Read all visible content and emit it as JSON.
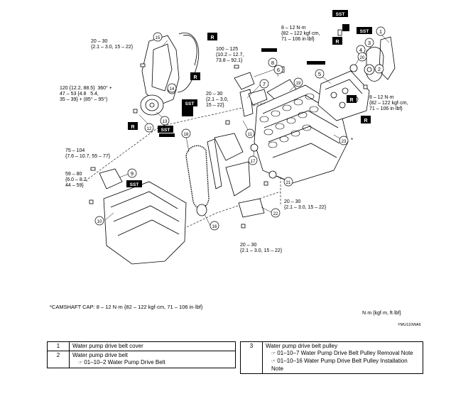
{
  "callouts": [
    "1",
    "2",
    "3",
    "4",
    "5",
    "6",
    "7",
    "8",
    "9",
    "10",
    "11",
    "12",
    "13",
    "14",
    "15",
    "16",
    "17",
    "18",
    "19",
    "20",
    "21",
    "22",
    "23"
  ],
  "badges": {
    "sst": "SST",
    "r": "R"
  },
  "torques": {
    "t_top_left": "20 – 30\n{2.1 – 3.0, 15 – 22}",
    "t_top_mid": "100 – 125\n{10.2 – 12.7,\n73.8 – 92.1}",
    "t_top_right": "8 – 12 N·m\n{82 – 122 kgf·cm,\n71 – 106 in·lbf}",
    "t_left_long": "120 {12.2, 88.5}  360° +\n47 – 53 {4.8   5.4,\n35 – 39} + (85° – 95°)",
    "t_mid": "20 – 30\n{2.1 – 3.0,\n15 – 22}",
    "t_right_mid": "8 – 12 N·m\n{82 – 122 kgf·cm,\n71 – 106 in·lbf}",
    "t_left_a": "75 – 104\n{7.6 – 10.7, 55 – 77}",
    "t_left_b": "59 – 80\n{6.0 – 8.2,\n44 – 59}",
    "t_bot_right": "20 – 30\n{2.1 – 3.0, 15 – 22}",
    "t_bot": "20 – 30\n{2.1 – 3.0, 15 – 22}"
  },
  "asterisk": "*",
  "note": "*CAMSHAFT CAP: 8 – 12 N·m {82 – 122 kgf·cm, 71 – 106 in·lbf}",
  "units": "N·m {kgf·m, ft·lbf}",
  "image_code": "YMU110WA6",
  "ref_icon": "☞",
  "table": {
    "left": [
      {
        "num": "1",
        "title": "Water pump drive belt cover",
        "refs": []
      },
      {
        "num": "2",
        "title": "Water pump drive belt",
        "refs": [
          "01–10–2 Water Pump Drive Belt"
        ]
      }
    ],
    "right": [
      {
        "num": "3",
        "title": "Water pump drive belt pulley",
        "refs": [
          "01–10–7 Water Pump Drive Belt Pulley Removal Note",
          "01–10–16 Water Pump Drive Belt Pulley Installation Note"
        ]
      }
    ]
  }
}
